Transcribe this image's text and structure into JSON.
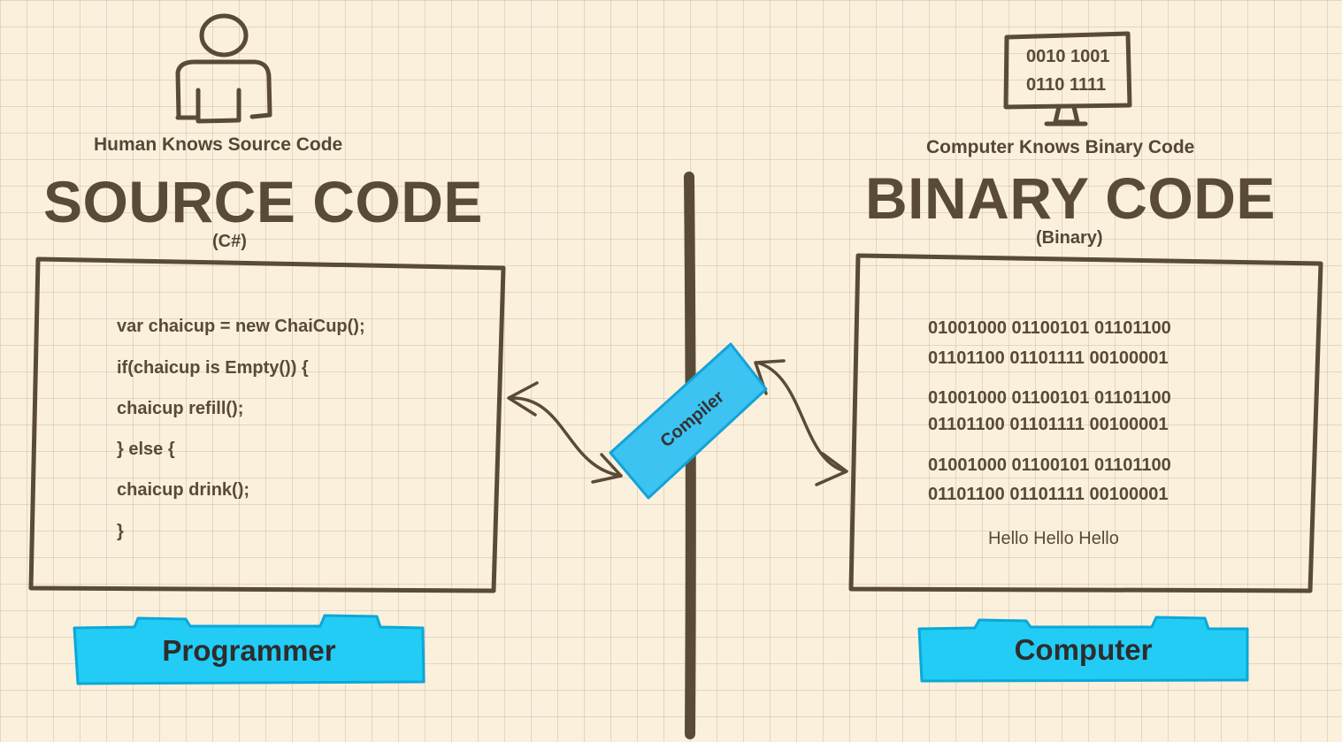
{
  "left": {
    "caption": "Human Knows Source Code",
    "title": "SOURCE CODE",
    "subtitle": "(C#)",
    "code_lines": [
      "var chaicup = new ChaiCup();",
      "if(chaicup is Empty()) {",
      "chaicup refill();",
      "} else {",
      "chaicup drink();",
      "}"
    ],
    "tag": "Programmer",
    "icon": "person-icon"
  },
  "right": {
    "caption": "Computer Knows Binary Code",
    "title": "BINARY CODE",
    "subtitle": "(Binary)",
    "monitor_lines": [
      "0010 1001",
      "0110 1111"
    ],
    "binary_lines": [
      "01001000 01100101 01101100",
      "01101100 01101111 00100001",
      "01001000 01100101 01101100",
      "01101100 01101111 00100001",
      "01001000 01100101 01101100",
      "01101100 01101111 00100001"
    ],
    "hello_text": "Hello Hello Hello",
    "tag": "Computer",
    "icon": "monitor-icon"
  },
  "center": {
    "compiler_label": "Compiler"
  },
  "colors": {
    "background": "#fbf0dc",
    "ink": "#5a4a38",
    "tag_fill": "#22ccf5",
    "tag_stroke": "#0aa8d8",
    "compiler_fill": "#3cc3f2",
    "compiler_stroke": "#14a2d8"
  }
}
